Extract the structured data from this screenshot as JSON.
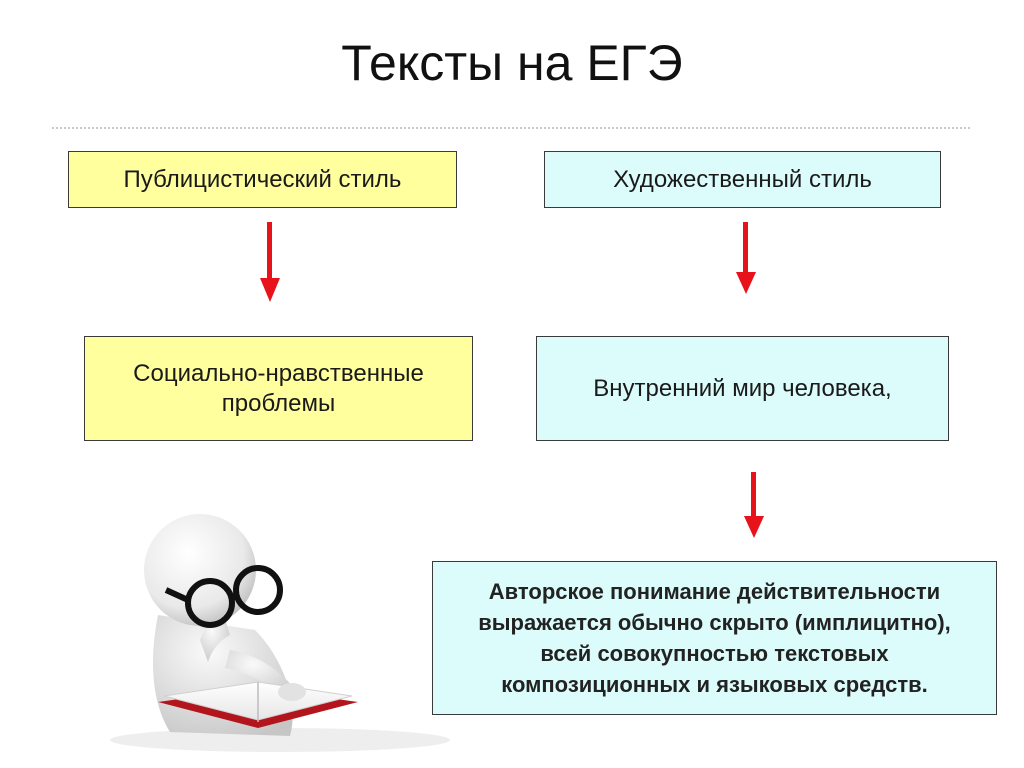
{
  "slide": {
    "title": "Тексты на ЕГЭ"
  },
  "left_column": {
    "style_label": "Публицистический стиль",
    "theme_label": "Социально-нравственные проблемы"
  },
  "right_column": {
    "style_label": "Художественный стиль",
    "theme_label": "Внутренний мир человека,",
    "conclusion_lines": [
      "Авторское понимание действительности",
      "выражается обычно скрыто (имплицитно),",
      "всей совокупностью текстовых",
      "композиционных и языковых средств."
    ]
  },
  "colors": {
    "yellow_box": "#ffff9e",
    "cyan_box": "#dcfcfc",
    "arrow": "#e8121a"
  }
}
